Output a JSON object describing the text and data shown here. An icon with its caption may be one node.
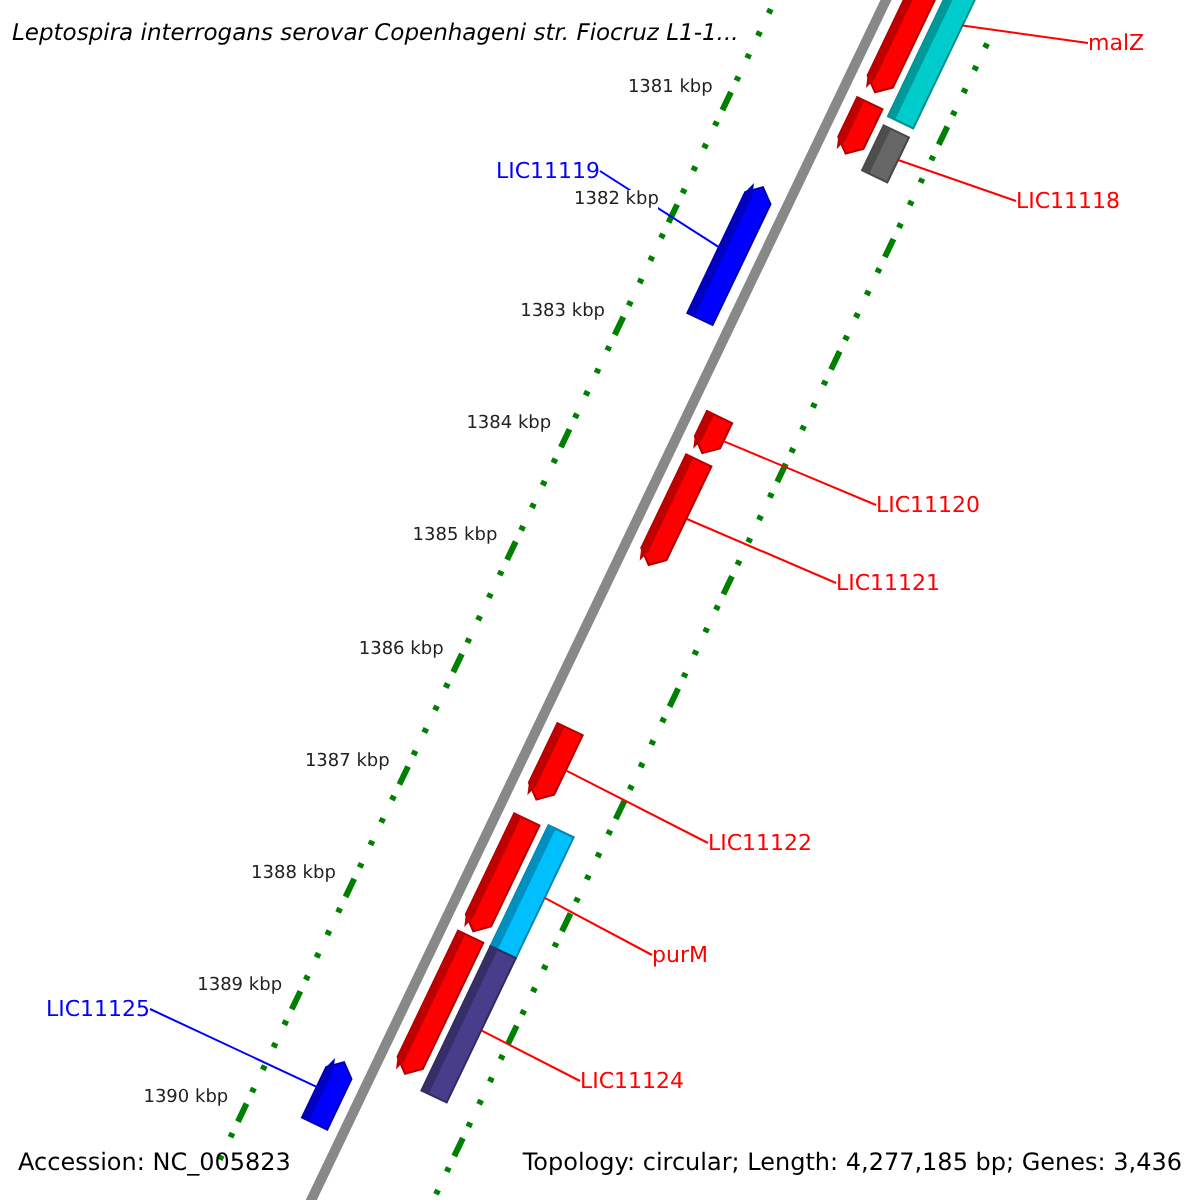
{
  "diagram": {
    "title": "Leptospira interrogans serovar Copenhageni str. Fiocruz L1-1...",
    "nodes": [
      {
        "text": [
          "malZ"
        ]
      },
      {
        "text": [],
        "shape": "bar"
      },
      {
        "text": [
          "LIC11119"
        ]
      },
      {
        "text": [],
        "shape": "bar"
      },
      {
        "text": [
          "LIC11118"
        ]
      },
      {
        "text": [],
        "shape": "bar"
      },
      {
        "text": [
          "LIC11120"
        ]
      },
      {
        "text": [],
        "shape": "bar"
      },
      {
        "text": [
          "LIC11121"
        ]
      },
      {
        "text": [],
        "shape": "bar"
      },
      {
        "text": [
          "LIC11122"
        ]
      },
      {
        "text": [],
        "shape": "bar"
      },
      {
        "text": [
          "purM"
        ]
      },
      {
        "text": [],
        "shape": "bar"
      },
      {
        "text": [
          "LIC11124"
        ]
      },
      {
        "text": [],
        "shape": "bar"
      },
      {
        "text": [
          "LIC11125"
        ]
      },
      {
        "text": [],
        "shape": "bar"
      },
      {
        "text": [],
        "shape": "bar"
      },
      {
        "text": [],
        "shape": "bar"
      },
      {
        "text": [],
        "shape": "bar"
      },
      {
        "text": [],
        "shape": "bar"
      }
    ],
    "edges": [
      {
        "from": 0,
        "to": 1,
        "arrow": "none"
      },
      {
        "from": 2,
        "to": 3,
        "arrow": "none",
        "color": "#0000ff"
      },
      {
        "from": 4,
        "to": 5,
        "arrow": "none"
      },
      {
        "from": 6,
        "to": 7,
        "arrow": "none"
      },
      {
        "from": 8,
        "to": 9,
        "arrow": "none"
      },
      {
        "from": 10,
        "to": 11,
        "arrow": "none"
      },
      {
        "from": 12,
        "to": 13,
        "arrow": "none"
      },
      {
        "from": 14,
        "to": 15,
        "arrow": "none"
      },
      {
        "from": 16,
        "to": 17,
        "arrow": "none",
        "color": "#0000ff"
      }
    ],
    "labels": [
      "1381 kbp",
      "1382 kbp",
      "1383 kbp",
      "1384 kbp",
      "1385 kbp",
      "1386 kbp",
      "1387 kbp",
      "1388 kbp",
      "1389 kbp",
      "1390 kbp",
      "Accession: NC_005823",
      "Topology: circular; Length: 4,277,185 bp; Genes: 3,436"
    ]
  }
}
